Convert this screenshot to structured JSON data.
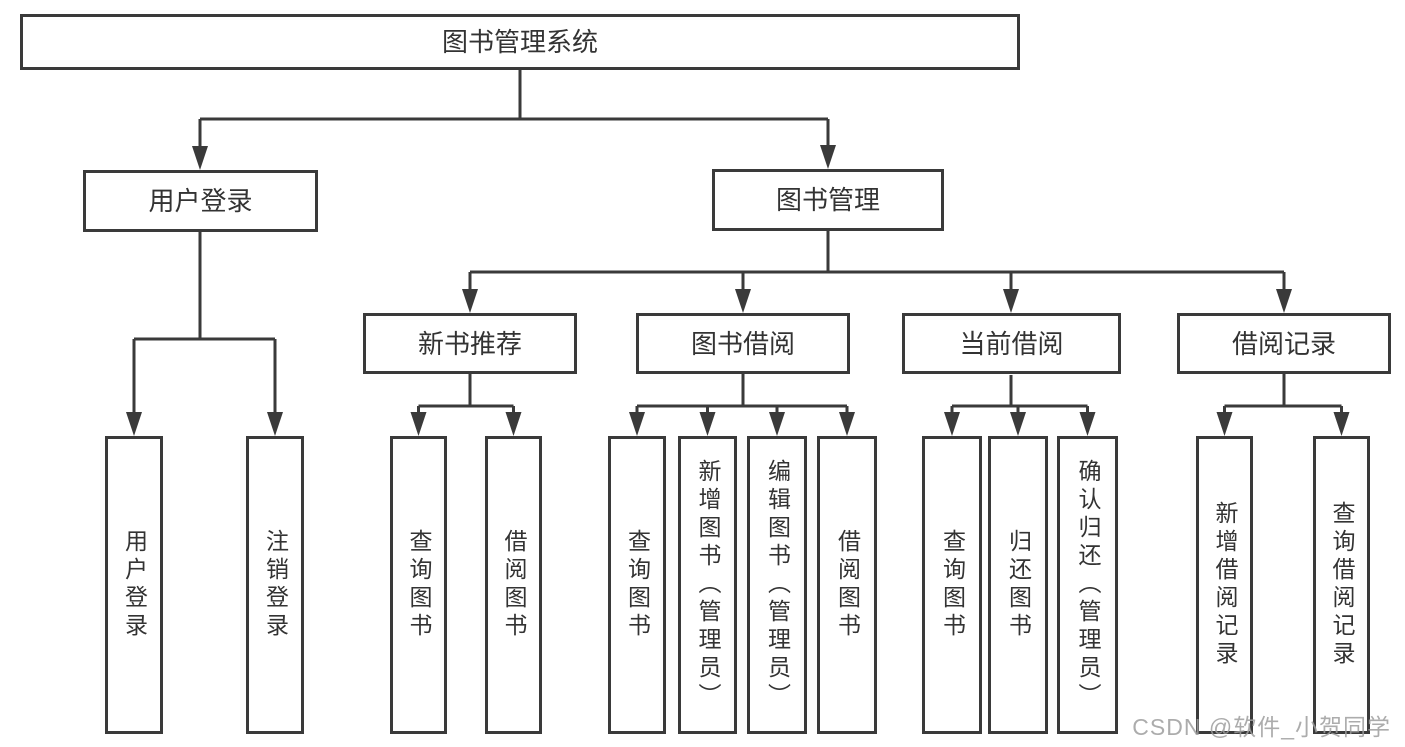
{
  "tree": {
    "root": {
      "label": "图书管理系统",
      "children": [
        {
          "label": "用户登录",
          "children": [
            {
              "label": "用户登录"
            },
            {
              "label": "注销登录"
            }
          ]
        },
        {
          "label": "图书管理",
          "children": [
            {
              "label": "新书推荐",
              "children": [
                {
                  "label": "查询图书"
                },
                {
                  "label": "借阅图书"
                }
              ]
            },
            {
              "label": "图书借阅",
              "children": [
                {
                  "label": "查询图书"
                },
                {
                  "label": "新增图书（管理员）"
                },
                {
                  "label": "编辑图书（管理员）"
                },
                {
                  "label": "借阅图书"
                }
              ]
            },
            {
              "label": "当前借阅",
              "children": [
                {
                  "label": "查询图书"
                },
                {
                  "label": "归还图书"
                },
                {
                  "label": "确认归还（管理员）"
                }
              ]
            },
            {
              "label": "借阅记录",
              "children": [
                {
                  "label": "新增借阅记录"
                },
                {
                  "label": "查询借阅记录"
                }
              ]
            }
          ]
        }
      ]
    }
  },
  "watermark": {
    "text": "CSDN @软件_小贺同学"
  },
  "colors": {
    "line": "#3a3a3a",
    "box_border": "#3a3a3a",
    "text": "#333333",
    "watermark": "#9e9e9e",
    "background": "#ffffff"
  }
}
